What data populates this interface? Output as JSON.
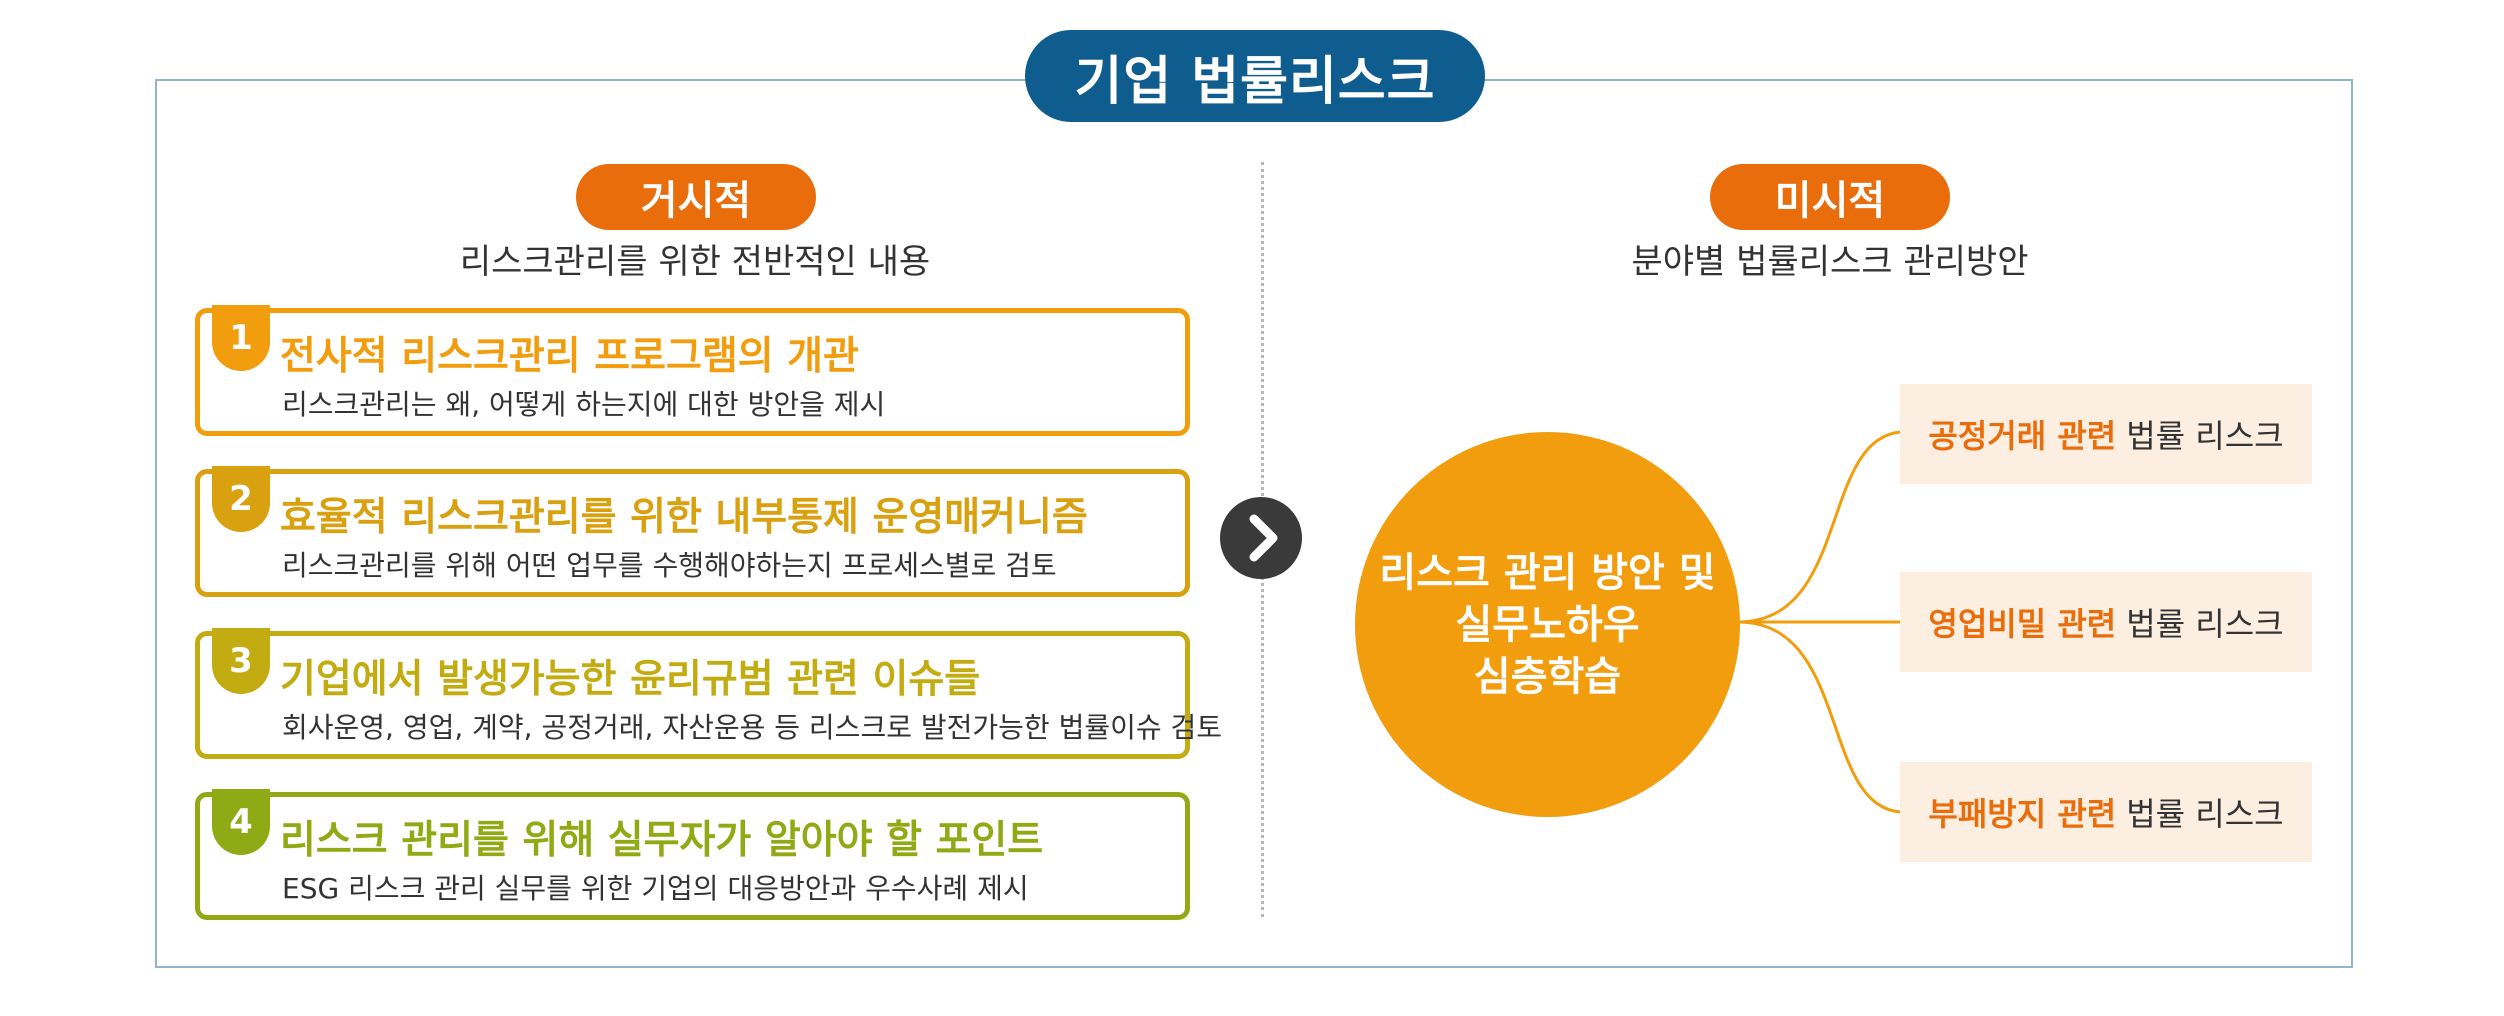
{
  "title": "기업 법률리스크",
  "left": {
    "label": "거시적",
    "subtitle": "리스크관리를 위한 전반적인 내용",
    "items": [
      {
        "number": "1",
        "title": "전사적 리스크관리 프로그램의 개관",
        "desc": "리스크관리는 왜, 어떻게 하는지에 대한 방안을 제시",
        "color": "#f29d0e"
      },
      {
        "number": "2",
        "title": "효율적 리스크관리를 위한 내부통제 운영매커니즘",
        "desc": "리스크관리를 위해 어떤 업무를 수행해야하는지 프로세스별로 검토",
        "color": "#d9a010"
      },
      {
        "number": "3",
        "title": "기업에서 발생가능한 윤리규범 관련 이슈들",
        "desc": "회사운영, 영업, 계약, 공정거래, 자산운용 등 리스크로 발전가능한 법률이슈 검토",
        "color": "#c3ac12"
      },
      {
        "number": "4",
        "title": "리스크 관리를 위해 실무자가 알아야 할 포인트",
        "desc": "ESG 리스크 관리 실무를 위한 기업의 대응방안과 우수사례 제시",
        "color": "#8faa14"
      }
    ]
  },
  "right": {
    "label": "미시적",
    "subtitle": "분야별 법률리스크 관리방안",
    "center": [
      "리스크 관리 방안 및",
      "실무노하우",
      "심층학습"
    ],
    "risks": [
      {
        "em": "공정거래 관련",
        "rest": "법률 리스크"
      },
      {
        "em": "영업비밀 관련",
        "rest": "법률 리스크"
      },
      {
        "em": "부패방지 관련",
        "rest": "법률 리스크"
      }
    ]
  },
  "colors": {
    "navy": "#0f5c8f",
    "orange": "#ea6d0c",
    "circle": "#f29d0e",
    "frame": "#8fb4cc"
  },
  "icons": {
    "arrow": "chevron-right-icon"
  }
}
